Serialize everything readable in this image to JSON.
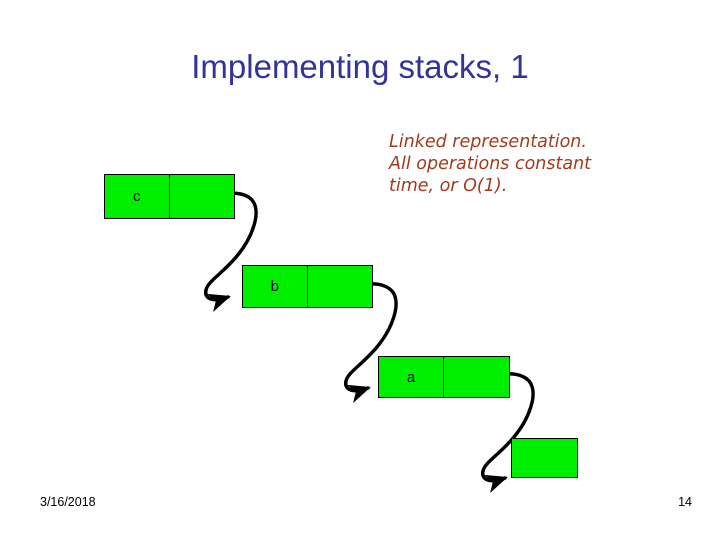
{
  "slide": {
    "title": "Implementing stacks, 1",
    "background_color": "#ffffff",
    "title_color": "#333399"
  },
  "callout": {
    "color": "#a23a1e",
    "lines": [
      "Linked representation.",
      "All operations constant",
      "time, or O(1)."
    ]
  },
  "diagram": {
    "node_fill_color": "#00ee00",
    "node_border_color": "#000000",
    "arrow_color": "#000000",
    "nodes": [
      {
        "label": "c",
        "pointer_label": "",
        "kind": "list-node"
      },
      {
        "label": "b",
        "pointer_label": "",
        "kind": "list-node"
      },
      {
        "label": "a",
        "pointer_label": "",
        "kind": "list-node"
      },
      {
        "label": "",
        "pointer_label": "",
        "kind": "terminator"
      }
    ],
    "links": [
      {
        "from": "c",
        "to": "b"
      },
      {
        "from": "b",
        "to": "a"
      },
      {
        "from": "a",
        "to": "terminator"
      }
    ]
  },
  "footer": {
    "date": "3/16/2018",
    "page_number": "14"
  }
}
